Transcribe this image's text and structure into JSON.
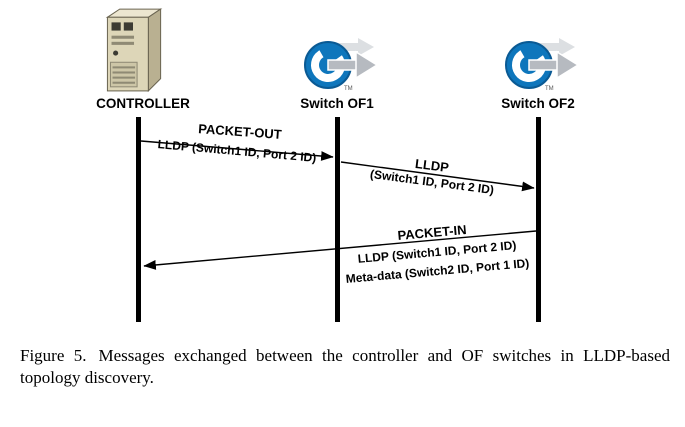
{
  "figure": {
    "actors": [
      {
        "label": "CONTROLLER",
        "icon": "server-icon"
      },
      {
        "label": "Switch OF1",
        "icon": "openflow-logo-icon"
      },
      {
        "label": "Switch OF2",
        "icon": "openflow-logo-icon"
      }
    ],
    "messages": [
      {
        "from": "CONTROLLER",
        "to": "Switch OF1",
        "title": "PACKET-OUT",
        "detail1": "LLDP (Switch1  ID, Port 2 ID)"
      },
      {
        "from": "Switch OF1",
        "to": "Switch OF2",
        "title": "LLDP",
        "detail1": "(Switch1 ID, Port 2 ID)"
      },
      {
        "from": "Switch OF2",
        "to": "CONTROLLER",
        "title": "PACKET-IN",
        "detail1": "LLDP (Switch1 ID, Port 2 ID)",
        "detail2": "Meta-data (Switch2 ID, Port 1 ID)"
      }
    ],
    "logo_tm": "TM"
  },
  "caption": {
    "label": "Figure 5.",
    "text": "Messages exchanged between the controller and OF switches in LLDP-based topology discovery."
  },
  "colors": {
    "lifeline": "#000000",
    "arrow": "#000000",
    "openflow_blue": "#0e76bc",
    "openflow_blue_dark": "#0a5a94",
    "server_tan": "#ddd6b8",
    "arrow_gray": "#b6bac0"
  }
}
